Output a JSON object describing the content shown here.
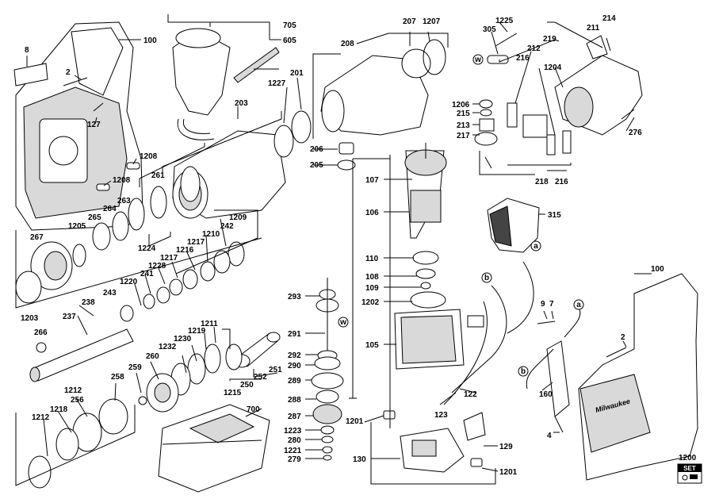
{
  "labels": {
    "p8": "8",
    "p100a": "100",
    "p2a": "2",
    "p127": "127",
    "p1208a": "1208",
    "p1208b": "1208",
    "p705": "705",
    "p605": "605",
    "p203": "203",
    "p1227": "1227",
    "p201": "201",
    "p208": "208",
    "p207": "207",
    "p1207": "1207",
    "p206": "206",
    "p205": "205",
    "p1225": "1225",
    "p305": "305",
    "p214": "214",
    "p211": "211",
    "p219": "219",
    "p212": "212",
    "p216a": "216",
    "p1204": "1204",
    "p1206": "1206",
    "p215": "215",
    "p213": "213",
    "p217": "217",
    "p276": "276",
    "p218": "218",
    "p216b": "216",
    "p261": "261",
    "p263": "263",
    "p264": "264",
    "p265": "265",
    "p1205": "1205",
    "p267": "267",
    "p1224": "1224",
    "p1209": "1209",
    "p242": "242",
    "p1210": "1210",
    "p1217a": "1217",
    "p1216": "1216",
    "p1217b": "1217",
    "p1228": "1228",
    "p241": "241",
    "p1220": "1220",
    "p243": "243",
    "p238": "238",
    "p237": "237",
    "p1203": "1203",
    "p266": "266",
    "p1211": "1211",
    "p1219": "1219",
    "p1230": "1230",
    "p1232": "1232",
    "p260": "260",
    "p259": "259",
    "p258": "258",
    "p252": "252",
    "p251": "251",
    "p250": "250",
    "p1215": "1215",
    "p1212a": "1212",
    "p256": "256",
    "p1218": "1218",
    "p1212b": "1212",
    "p107": "107",
    "p106": "106",
    "p110": "110",
    "p108": "108",
    "p109": "109",
    "p1202": "1202",
    "p105": "105",
    "p293": "293",
    "p291": "291",
    "p292": "292",
    "p290": "290",
    "p289": "289",
    "p288": "288",
    "p287": "287",
    "p1223": "1223",
    "p280": "280",
    "p1221": "1221",
    "p279": "279",
    "p700": "700",
    "p122": "122",
    "p123": "123",
    "p1201a": "1201",
    "p129": "129",
    "p130": "130",
    "p1201b": "1201",
    "p315": "315",
    "p100b": "100",
    "p9": "9",
    "p7": "7",
    "p2b": "2",
    "p160": "160",
    "p4": "4",
    "p1200": "1200"
  },
  "markers": {
    "a": "a",
    "b": "b",
    "w": "w"
  },
  "set_badge": {
    "text": "SET"
  },
  "brand_text": "Milwaukee"
}
